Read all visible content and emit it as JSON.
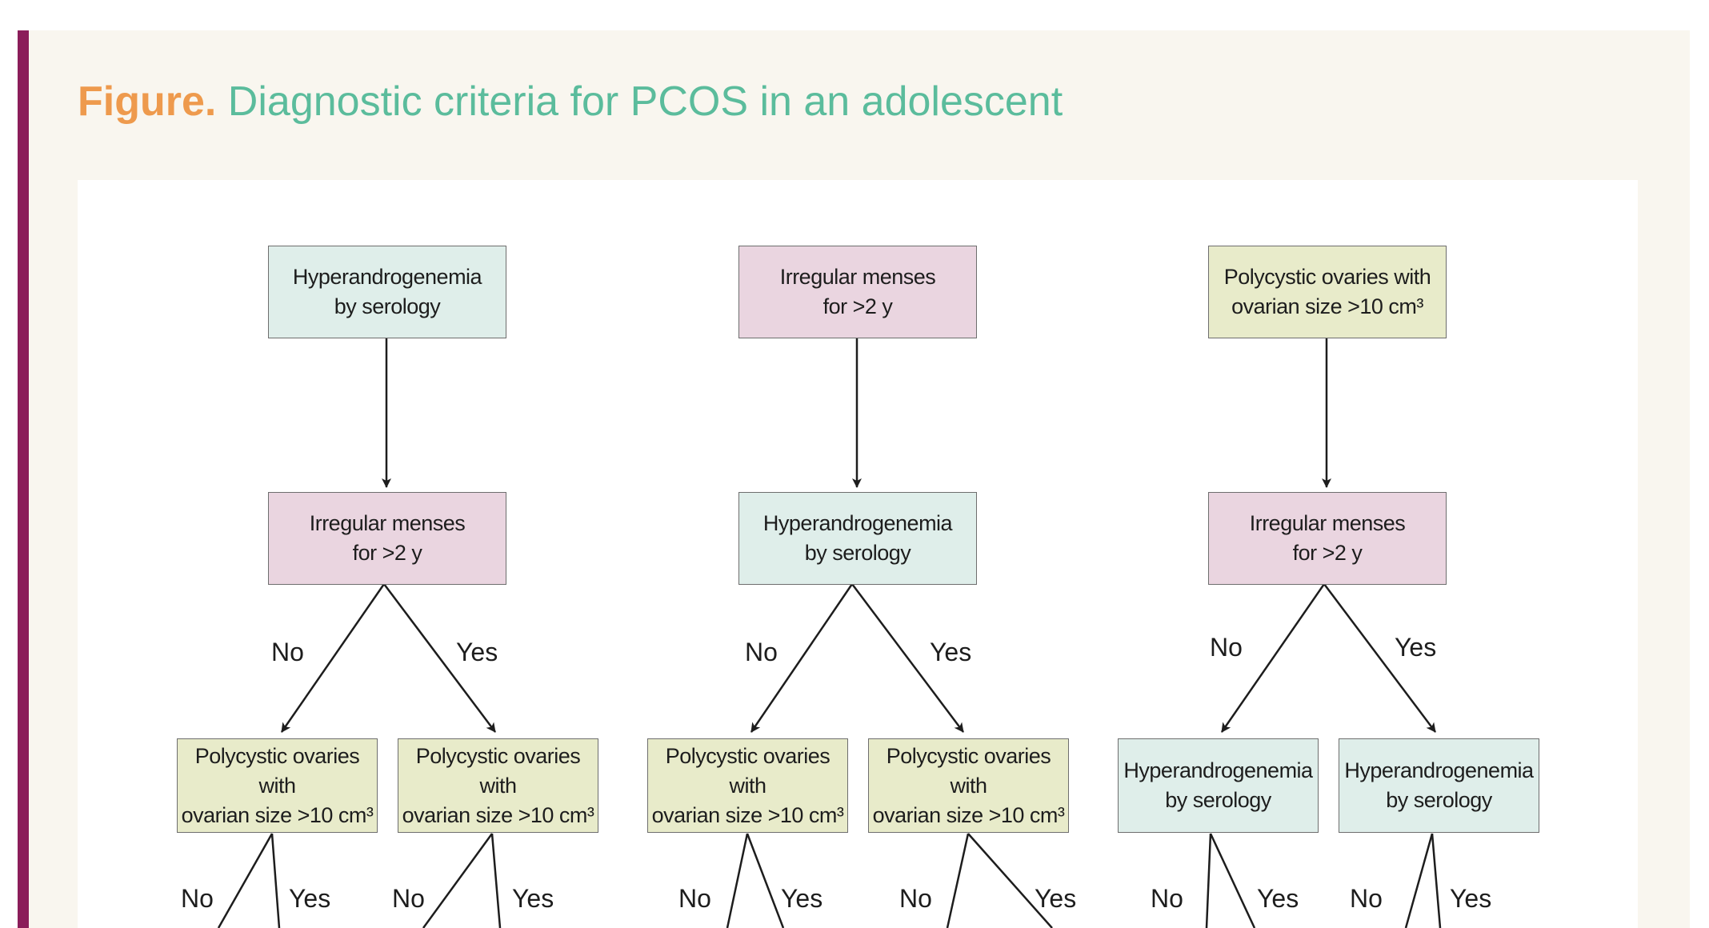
{
  "figure": {
    "title_lead": "Figure.",
    "title_rest": "Diagnostic criteria for PCOS in an adolescent"
  },
  "colors": {
    "accent_bar": "#8b1d5a",
    "title_lead": "#ee9a4d",
    "title_rest": "#5bbc9c",
    "hyperandrogenemia_fill": "#dfeeea",
    "irregular_menses_fill": "#ead5e0",
    "polycystic_ovaries_fill": "#e8ebca"
  },
  "columns": [
    {
      "top": "Hyperandrogenemia\nby serology",
      "middle": "Irregular menses\nfor >2 y",
      "no_label": "No",
      "yes_label": "Yes",
      "left_leaf": "Polycystic ovaries with\novarian size >10 cm³",
      "right_leaf": "Polycystic ovaries with\novarian size >10 cm³",
      "left_leaf_no": "No",
      "left_leaf_yes": "Yes",
      "right_leaf_no": "No",
      "right_leaf_yes": "Yes"
    },
    {
      "top": "Irregular menses\nfor >2 y",
      "middle": "Hyperandrogenemia\nby serology",
      "no_label": "No",
      "yes_label": "Yes",
      "left_leaf": "Polycystic ovaries with\novarian size >10 cm³",
      "right_leaf": "Polycystic ovaries with\novarian size >10 cm³",
      "left_leaf_no": "No",
      "left_leaf_yes": "Yes",
      "right_leaf_no": "No",
      "right_leaf_yes": "Yes"
    },
    {
      "top": "Polycystic ovaries with\novarian size >10 cm³",
      "middle": "Irregular menses\nfor >2 y",
      "no_label": "No",
      "yes_label": "Yes",
      "left_leaf": "Hyperandrogenemia\nby serology",
      "right_leaf": "Hyperandrogenemia\nby serology",
      "left_leaf_no": "No",
      "left_leaf_yes": "Yes",
      "right_leaf_no": "No",
      "right_leaf_yes": "Yes"
    }
  ]
}
